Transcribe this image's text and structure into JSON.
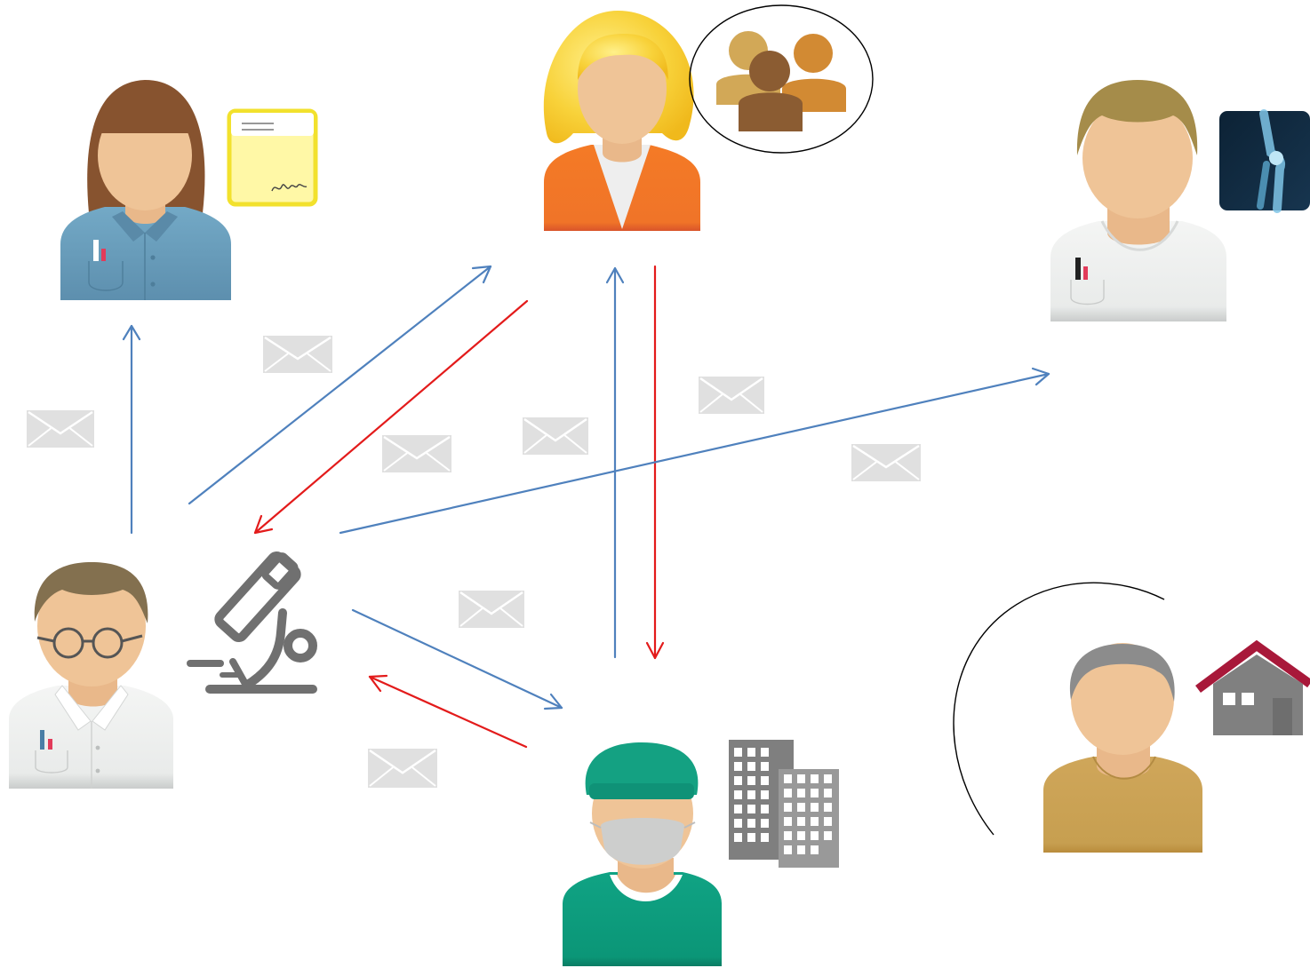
{
  "colors": {
    "request_arrow": "#4f81bd",
    "response_arrow": "#e31b1b",
    "envelope": "#e0e0e0",
    "skin": "#efc497",
    "gp_shirt": "#6a9fbd",
    "patient_shirt": "#f47a26",
    "patient_hair": "#f7cf3c",
    "radiologist_coat": "#eef0ef",
    "pathologist_coat": "#eef0ef",
    "surgeon_scrubs": "#0e9e7e",
    "home_patient_shirt": "#cba257",
    "house_roof": "#a8193a",
    "building": "#7f7f7f"
  },
  "nodes": [
    {
      "id": "gp",
      "icon": "female-doctor-icon",
      "attachment": "prescription-icon"
    },
    {
      "id": "patient",
      "icon": "patient-woman-icon",
      "attachment": "family-group-icon"
    },
    {
      "id": "radiologist",
      "icon": "radiologist-icon",
      "attachment": "xray-icon"
    },
    {
      "id": "pathologist",
      "icon": "pathologist-icon",
      "attachment": "microscope-icon"
    },
    {
      "id": "surgeon",
      "icon": "surgeon-icon",
      "attachment": "hospital-buildings-icon"
    },
    {
      "id": "home_patient",
      "icon": "home-patient-icon",
      "attachment": "house-icon"
    }
  ],
  "connections": [
    {
      "from": "pathologist",
      "to": "gp",
      "kind": "request"
    },
    {
      "from": "pathologist",
      "to": "patient",
      "kind": "request"
    },
    {
      "from": "patient",
      "to": "pathologist",
      "kind": "response"
    },
    {
      "from": "surgeon",
      "to": "patient",
      "kind": "request"
    },
    {
      "from": "patient",
      "to": "surgeon",
      "kind": "response"
    },
    {
      "from": "pathologist",
      "to": "radiologist",
      "kind": "request"
    },
    {
      "from": "pathologist",
      "to": "surgeon",
      "kind": "request"
    },
    {
      "from": "surgeon",
      "to": "pathologist",
      "kind": "response"
    }
  ],
  "message_icon": "envelope-icon"
}
